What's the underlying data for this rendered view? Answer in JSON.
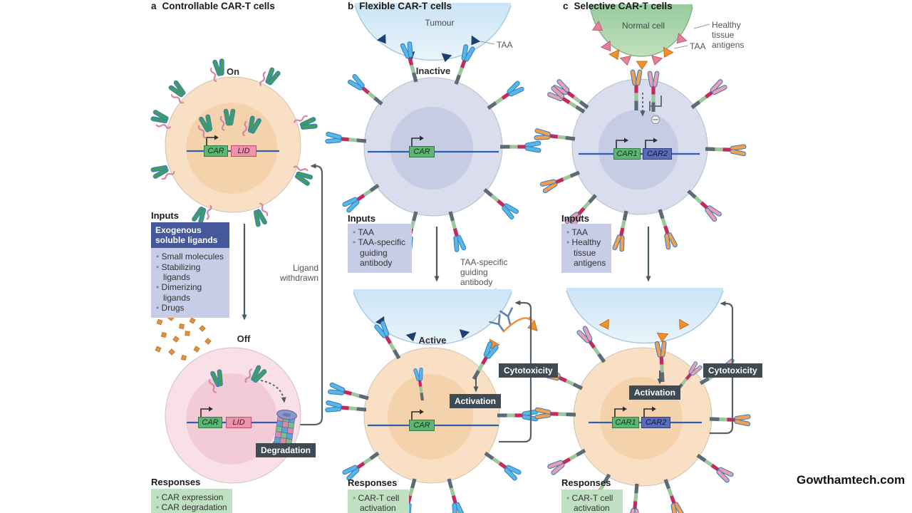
{
  "panel_a": {
    "letter": "a",
    "title": "Controllable CAR-T cells",
    "state_on": "On",
    "state_off": "Off",
    "gene_car": "CAR",
    "gene_lid": "LID",
    "inputs_heading": "Inputs",
    "inputs_title": "Exogenous soluble ligands",
    "inputs_items": [
      "Small molecules",
      "Stabilizing ligands",
      "Dimerizing ligands",
      "Drugs"
    ],
    "ligand_withdrawn": "Ligand withdrawn",
    "degradation_label": "Degradation",
    "responses_heading": "Responses",
    "responses_items": [
      "CAR expression",
      "CAR degradation"
    ]
  },
  "panel_b": {
    "letter": "b",
    "title": "Flexible CAR-T cells",
    "tumour_label": "Tumour",
    "taa_label": "TAA",
    "state_inactive": "Inactive",
    "state_active": "Active",
    "gene_car": "CAR",
    "inputs_heading": "Inputs",
    "inputs_items": [
      "TAA",
      "TAA-specific guiding antibody"
    ],
    "guiding_antibody_label": "TAA-specific guiding antibody",
    "activation_label": "Activation",
    "cytotoxicity_label": "Cytotoxicity",
    "responses_heading": "Responses",
    "responses_items": [
      "CAR-T cell activation"
    ]
  },
  "panel_c": {
    "letter": "c",
    "title": "Selective CAR-T cells",
    "normal_cell_label": "Normal cell",
    "healthy_antigens_label": "Healthy tissue antigens",
    "taa_label": "TAA",
    "gene_car1": "CAR1",
    "gene_car2": "CAR2",
    "inputs_heading": "Inputs",
    "inputs_items": [
      "TAA",
      "Healthy tissue antigens"
    ],
    "activation_label": "Activation",
    "cytotoxicity_label": "Cytotoxicity",
    "responses_heading": "Responses",
    "responses_items": [
      "CAR-T cell activation"
    ]
  },
  "watermark": "Gowthamtech.com",
  "colors": {
    "dark_label_bg": "#3e4a54",
    "inputs_header_bg": "#44589b",
    "inputs_body_bg": "#c7cde6",
    "responses_bg": "#bfe0c1",
    "tumour_blue": "#cde6f6",
    "normal_cell_green": "#a5d1a8",
    "t_cell_active_peach": "#f9e0c5",
    "t_cell_inactive_lavender": "#dadded",
    "t_cell_off_pink": "#f9e0e7",
    "taa_navy": "#1e3e75",
    "taa_orange": "#f0912f",
    "healthy_antigen_pink": "#e77f97",
    "car_gene_green": "#5eb573",
    "lid_gene_pink": "#ef93ab",
    "car2_gene_blue": "#5a6cb5",
    "dna_blue": "#2d5fae",
    "arrow_grey": "#4c5a63"
  }
}
